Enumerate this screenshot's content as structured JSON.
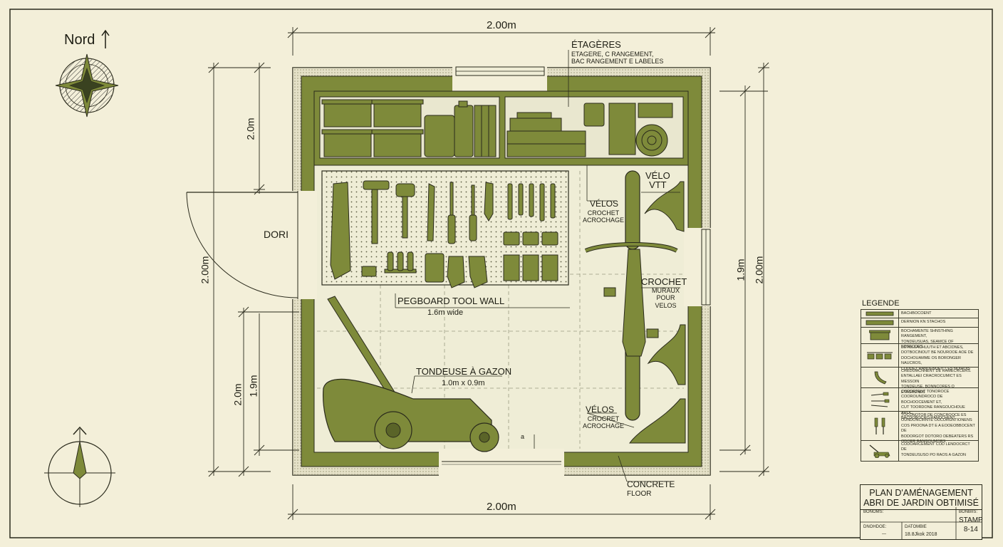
{
  "north_label": "Nord",
  "dimensions": {
    "top": "2.00m",
    "bottom": "2.00m",
    "left_outer": "2.00m",
    "left_upper": "2.0m",
    "left_lower_outer": "2.0m",
    "left_lower_inner": "1.9m",
    "right_inner": "1.9m",
    "right_outer": "2.00m"
  },
  "labels": {
    "door": "DORI",
    "etageres_title": "ÉTAGÈRES",
    "etageres_sub": "ETAGERE, C RANGEMENT,\nBAC RANGEMENT E LABELES",
    "pegboard_title": "PEGBOARD TOOL WALL",
    "pegboard_sub": "1.6m wide",
    "mower_title": "TONDEUSE À GAZON",
    "mower_sub": "1.0m x 0.9m",
    "velo_vtt": "VÉLO\nVTT",
    "velos_upper": "VÉLOS",
    "velos_upper_sub": "CROCHET\nACROCHAGE",
    "crochet_title": "CROCHET",
    "crochet_sub": "MURAUX\nPOUR\nVELOS",
    "velos_lower": "VÉLOS",
    "velos_lower_sub": "CROCRET\nACROCHAGE",
    "concrete": "CONCRETE",
    "floor": "FLOOR",
    "small_a": "a"
  },
  "legend": {
    "title": "LEGENDE",
    "items": [
      {
        "icon": "wall-hatch-icon",
        "text": "BACHBOCOENT"
      },
      {
        "icon": "shelf-board-icon",
        "text": "DERNION KN STACHOS"
      },
      {
        "icon": "storage-bin-icon",
        "text": "BOCHAMENTE SHNSTHING RANGEMENT,\nTONDEUSUAS, SEAMCE OF ETGEODES"
      },
      {
        "icon": "bin-row-icon",
        "text": "DETOLLACHUUTH ET ABCIDNES,\nDOTBOCINOUT BE NOUROOE AOE DE\nDOCHOUAMME OS BORONGER NAUCROS,\nCODDET RANDENUEITT ES NUIHOIS"
      },
      {
        "icon": "wall-hook-icon",
        "text": "CREDUMCNNENT DE RAMECRCERS.\nENTALLAEI CRACROCUMICT ES MESSOIN\nTONDEUSE, BONNCORES O ETAGRENES"
      },
      {
        "icon": "hand-tools-icon",
        "text": "CODDRTENT TONOROCE\nCOOROUNDROCO DE BOCHOOCEMENT ET,\nCUT TOORDONE RANGOUCHOUE AROC\nBACDOBOCRO RANDCHENT"
      },
      {
        "icon": "screwdriver-icon",
        "text": "TOCONOTOR DE CONCROOCE ES\nOUNDONCIRNTE OUCORGNTIONENS\nCOS PROONA DT E A EOOEOBBOCENT DE\nBODORGOT DOTORO DEBEATERS RS\nODOER RANGOUMORS"
      },
      {
        "icon": "mower-icon",
        "text": "CODOARCEMENT COD LENDOCRCT DE\nTONDEUSUSO PO RAOS A GAZON"
      }
    ]
  },
  "title_block": {
    "title": "PLAN D'AMÉNAGEMENT\nABRI DE JARDIN OBTIMISÉ",
    "cell_1": "BONOMS:",
    "cell_2": "BONBIIS:",
    "cell_3": "DNOHDOE:",
    "cell_3_value": "—",
    "cell_4": "DATOMBIE",
    "date": "18.8Jkok 2018",
    "stamp": "STAMP\n8-14"
  },
  "colors": {
    "background": "#f3efd9",
    "olive": "#7e8a3a",
    "olive_dark": "#3a4220",
    "line": "#2a2a1c",
    "interior": "#efedd6"
  }
}
